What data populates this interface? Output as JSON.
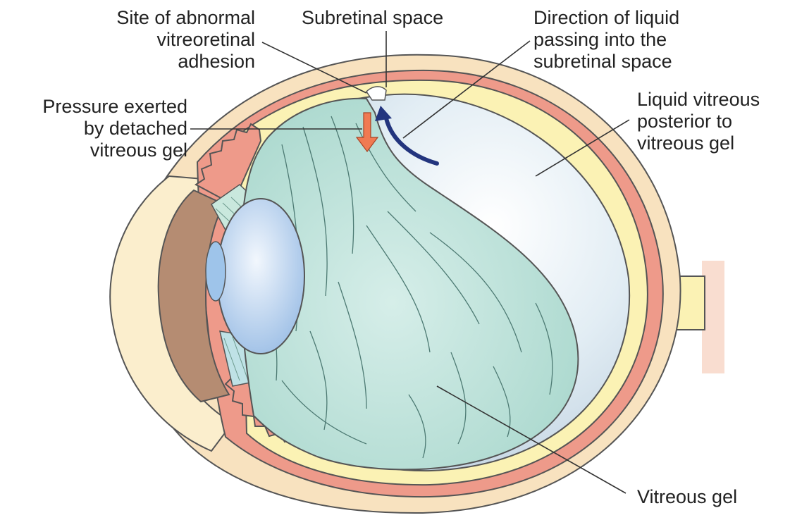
{
  "labels": {
    "site_adhesion": [
      "Site of abnormal",
      "vitreoretinal",
      "adhesion"
    ],
    "subretinal_space": [
      "Subretinal space"
    ],
    "direction_liquid": [
      "Direction of liquid",
      "passing into the",
      "subretinal space"
    ],
    "pressure": [
      "Pressure exerted",
      "by detached",
      "vitreous gel"
    ],
    "liquid_vitreous": [
      "Liquid vitreous",
      "posterior to",
      "vitreous gel"
    ],
    "vitreous_gel": [
      "Vitreous gel"
    ]
  },
  "colors": {
    "sclera": "#f8e2bf",
    "choroid": "#ee9a8a",
    "retina": "#fbf2b4",
    "liquid_vitreous": "#dbe7f0",
    "vitreous_gel": "#b2ddd4",
    "lens": "#b9d4f0",
    "iris": "#b58c72",
    "cornea": "#fbeecd",
    "optic_nerve": "#f9ddd0",
    "pressure_arrow": "#f07a52",
    "liquid_arrow": "#23357e",
    "leader_line": "#333333"
  }
}
